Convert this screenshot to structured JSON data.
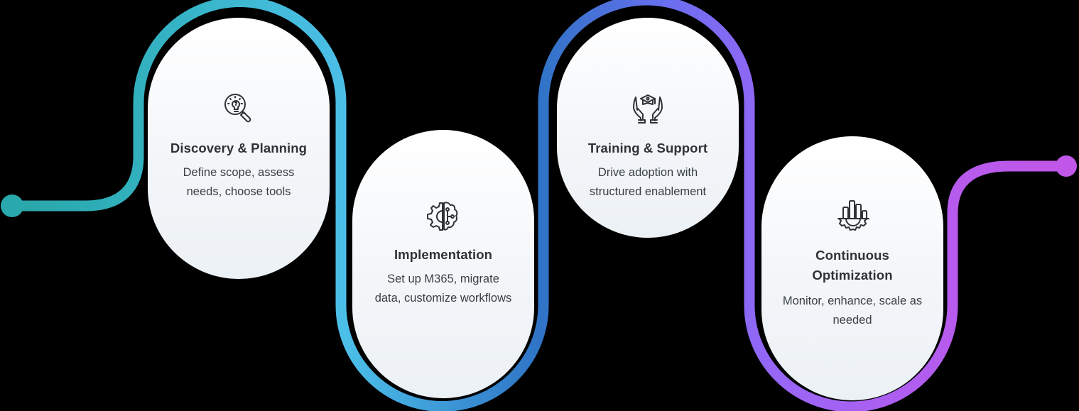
{
  "diagram": {
    "type": "process-timeline",
    "path_gradient": [
      "#2aa8ad",
      "#4bbde6",
      "#2f6fc4",
      "#7a6cf0",
      "#9b68f5",
      "#c056ea"
    ],
    "start_dot_color": "#29a9ad",
    "end_dot_color": "#c057e8",
    "steps": [
      {
        "icon": "lightbulb-magnifier-icon",
        "title": "Discovery & Planning",
        "description": "Define scope, assess needs, choose tools"
      },
      {
        "icon": "gear-brain-circuit-icon",
        "title": "Implementation",
        "description": "Set up M365, migrate data, customize workflows"
      },
      {
        "icon": "hands-graduation-cap-icon",
        "title": "Training & Support",
        "description": "Drive adoption with structured enablement"
      },
      {
        "icon": "gear-bar-chart-icon",
        "title": "Continuous Optimization",
        "description": "Monitor, enhance, scale as needed"
      }
    ]
  }
}
